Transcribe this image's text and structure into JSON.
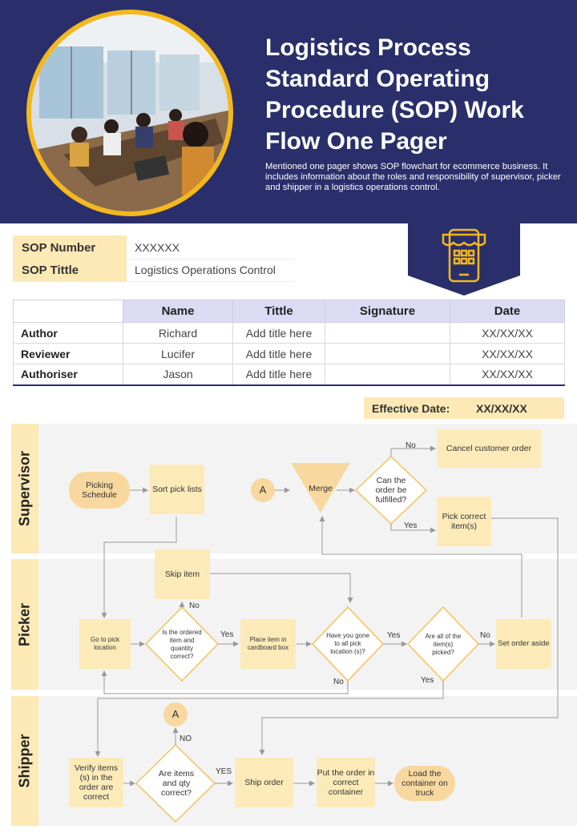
{
  "header": {
    "title": "Logistics Process Standard Operating Procedure (SOP) Work Flow One Pager",
    "subtitle": "Mentioned one pager shows SOP flowchart for ecommerce business. It includes information about the roles and responsibility of supervisor, picker and shipper in a logistics operations control."
  },
  "sop": {
    "number_label": "SOP Number",
    "number_value": "XXXXXX",
    "title_label": "SOP Tittle",
    "title_value": "Logistics Operations Control"
  },
  "table": {
    "headers": [
      "Name",
      "Tittle",
      "Signature",
      "Date"
    ],
    "rows": [
      {
        "role": "Author",
        "name": "Richard",
        "title": "Add title here",
        "signature": "",
        "date": "XX/XX/XX"
      },
      {
        "role": "Reviewer",
        "name": "Lucifer",
        "title": "Add title here",
        "signature": "",
        "date": "XX/XX/XX"
      },
      {
        "role": "Authoriser",
        "name": "Jason",
        "title": "Add title here",
        "signature": "",
        "date": "XX/XX/XX"
      }
    ]
  },
  "effective": {
    "label": "Effective Date:",
    "value": "XX/XX/XX"
  },
  "lanes": {
    "supervisor": "Supervisor",
    "picker": "Picker",
    "shipper": "Shipper"
  },
  "flow": {
    "picking_schedule": "Picking Schedule",
    "sort_pick_lists": "Sort pick lists",
    "connector_a": "A",
    "merge": "Merge",
    "can_order_fulfilled": "Can the order be fulfilled?",
    "cancel_order": "Cancel customer order",
    "pick_correct_items": "Pick correct item(s)",
    "skip_item": "Skip item",
    "go_to_pick_location": "Go to pick location",
    "is_ordered_item_correct": "Is the ordered item and quantity correct?",
    "place_item": "Place item in cardboard box",
    "have_you_gone": "Have you gone to all pick location (s)?",
    "are_all_items_picked": "Are all of the item(s) picked?",
    "set_order_aside": "Set order aside",
    "verify_items": "Verify items (s) in the order are correct",
    "are_items_qty_correct": "Are items and qty correct?",
    "ship_order": "Ship order",
    "put_order": "Put the order in correct container",
    "load_container": "Load the container on truck",
    "lbl_no": "No",
    "lbl_yes": "Yes",
    "lbl_no_caps": "NO",
    "lbl_yes_caps": "YES"
  },
  "colors": {
    "navy": "#2a2f6b",
    "gold": "#f4b81c",
    "cream": "#fcebb9",
    "lavender": "#dcdbf3"
  }
}
